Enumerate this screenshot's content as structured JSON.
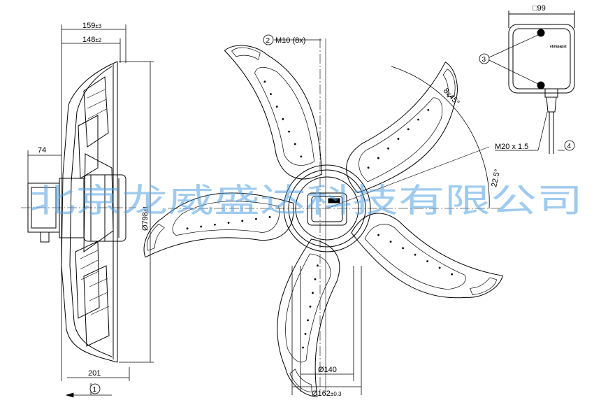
{
  "dimensions": {
    "overall_width": "159",
    "overall_width_tol": "±3",
    "inner_width": "148",
    "inner_width_tol": "±2",
    "motor_protrusion": "74",
    "base_depth": "201",
    "diameter": "Ø798",
    "diameter_tol": "±1",
    "mount_thread": "M10 (8x)",
    "angle_pattern": "8x45°",
    "angle_offset": "22.5°",
    "hub_inner": "Ø140",
    "hub_outer": "Ø162",
    "hub_outer_tol": "±0.3",
    "box_size": "□99",
    "cable_gland": "M20 x 1.5"
  },
  "callouts": [
    "1",
    "2",
    "3",
    "4"
  ],
  "brand_label": "ebmpapst",
  "watermark": "北京龙威盛达科技有限公司"
}
